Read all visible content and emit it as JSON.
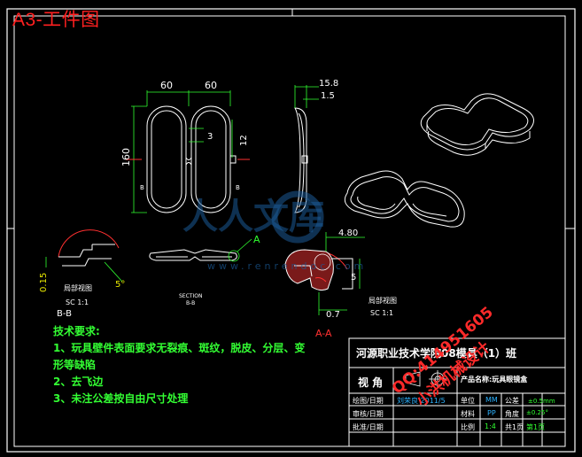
{
  "header": {
    "title": "A3-工件图"
  },
  "views": {
    "front": {
      "width_left": "60",
      "width_right": "60",
      "height": "160",
      "gap": "3",
      "depth": "12",
      "section_mark": "B"
    },
    "side": {
      "total": "15.8",
      "lip": "1.5"
    },
    "section_bb": {
      "label": "SECTION",
      "sub": "B-B",
      "callout": "A"
    },
    "detail_a": {
      "width": "4.80",
      "height": "5",
      "offset": "0.7",
      "label": "A-A"
    },
    "detail_b": {
      "thickness": "0.15",
      "angle": "5°",
      "label": "B-B"
    },
    "detail_caption": {
      "text": "局部视图",
      "scale": "SC 1:1"
    }
  },
  "tech_notes": {
    "heading": "技术要求:",
    "items": [
      "1、玩具壁件表面要求无裂痕、斑纹，脱皮、分层、变",
      "形等缺陷",
      "2、去飞边",
      "3、未注公差按自由尺寸处理"
    ]
  },
  "title_block": {
    "school": "河源职业技术学院08模具（1）班",
    "view_label": "视 角",
    "product_label": "产品名称:玩具眼镜盒",
    "rows": [
      {
        "label": "绘图/日期",
        "value": "刘荣良 2011/5",
        "k1": "单位",
        "v1": "MM",
        "k2": "公差",
        "v2": ""
      },
      {
        "label": "审核/日期",
        "value": "",
        "k1": "材料",
        "v1": "PP",
        "k2": "角度",
        "v2": "±0.25°"
      },
      {
        "label": "批准/日期",
        "value": "",
        "k1": "比例",
        "v1": "1:4",
        "k2": "共1页",
        "v2": "第1页"
      }
    ]
  },
  "contact": {
    "line1": "QQ:414951605",
    "line2": "小洪机械设计"
  },
  "watermark": {
    "text": "人人文库",
    "url": "www.renrendoc.com"
  },
  "colors": {
    "background": "#000000",
    "dimension": "#30ff30",
    "outline": "#ffffff",
    "annotation": "#ff3030",
    "border": "#ffffff"
  }
}
